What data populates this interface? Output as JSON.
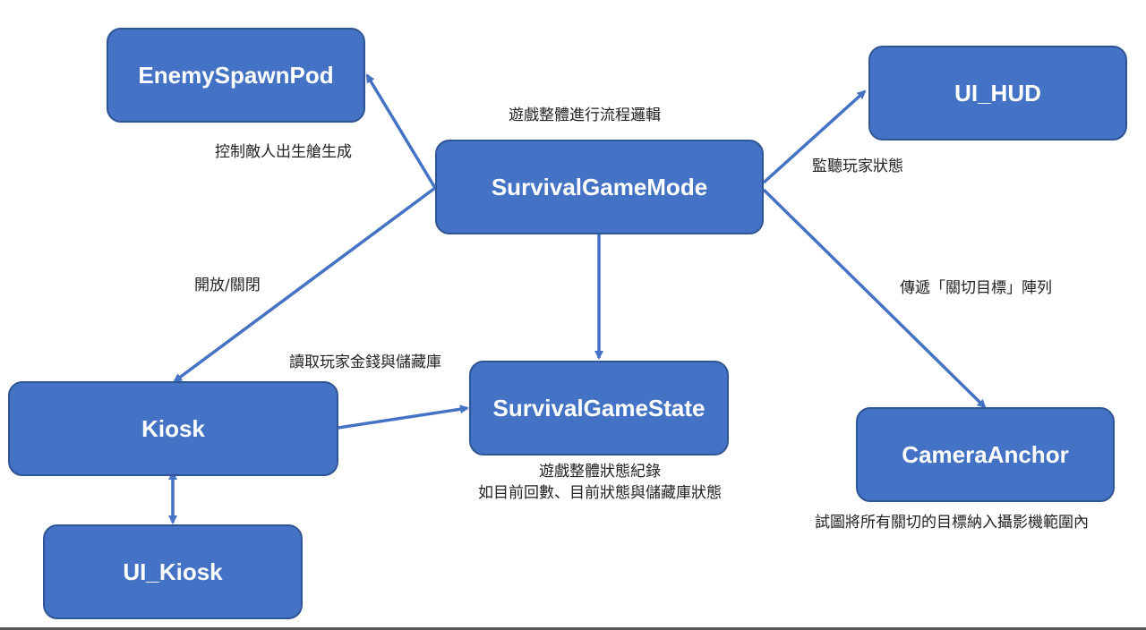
{
  "nodes": {
    "enemy_spawn_pod": "EnemySpawnPod",
    "survival_game_mode": "SurvivalGameMode",
    "ui_hud": "UI_HUD",
    "kiosk": "Kiosk",
    "survival_game_state": "SurvivalGameState",
    "camera_anchor": "CameraAnchor",
    "ui_kiosk": "UI_Kiosk"
  },
  "labels": {
    "game_mode_desc": "遊戲整體進行流程邏輯",
    "spawn_control": "控制敵人出生艙生成",
    "listen_player": "監聽玩家狀態",
    "open_close": "開放/關閉",
    "pass_targets": "傳遞「關切目標」陣列",
    "read_money": "讀取玩家金錢與儲藏庫",
    "game_state_desc_1": "遊戲整體狀態紀錄",
    "game_state_desc_2": "如目前回數、目前狀態與儲藏庫狀態",
    "camera_desc": "試圖將所有關切的目標納入攝影機範圍內"
  },
  "colors": {
    "node_fill": "#4472C4",
    "node_border": "#2F5597",
    "arrow": "#4472C4"
  }
}
